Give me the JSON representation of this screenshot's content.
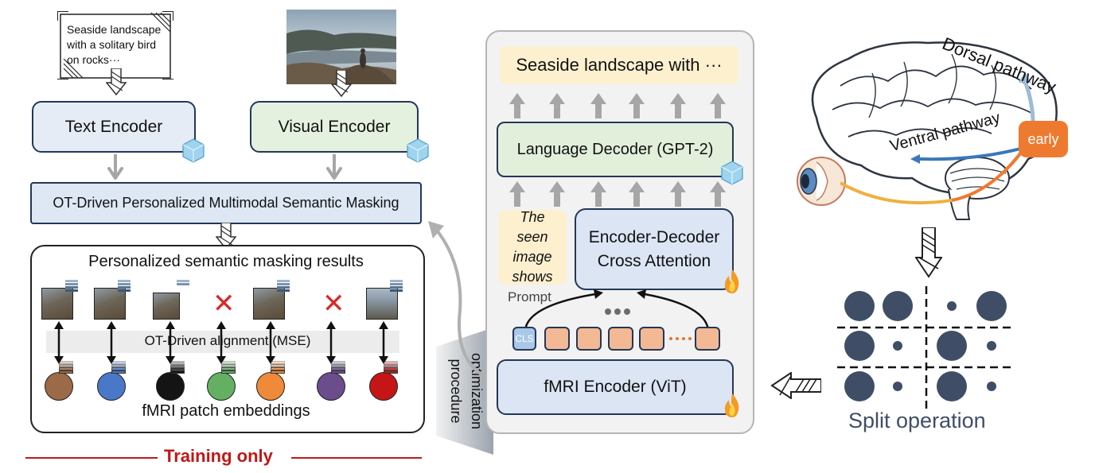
{
  "caption": {
    "text": "Seaside landscape with a solitary bird on rocks···"
  },
  "encoders": {
    "text": "Text Encoder",
    "visual": "Visual Encoder"
  },
  "masking": {
    "label": "OT-Driven Personalized Multimodal Semantic Masking"
  },
  "results": {
    "title": "Personalized semantic masking results",
    "alignment": "OT-Driven alignment (MSE)",
    "embeddings": "fMRI patch embeddings",
    "patch_colors": [
      "#9c6a48",
      "#4a78c8",
      "#141414",
      "#63b063",
      "#ee8a3a",
      "#6b4c8c",
      "#c41616"
    ]
  },
  "training": {
    "label": "Training only",
    "color": "#c01818"
  },
  "optimization": {
    "line1": "optimization",
    "line2": "procedure"
  },
  "decoder": {
    "output": "Seaside landscape with ···",
    "language": "Language Decoder (GPT-2)",
    "prompt_text": "The seen image shows",
    "prompt_label": "Prompt",
    "cross_line1": "Encoder-Decoder",
    "cross_line2": "Cross Attention",
    "cls": "CLS",
    "fmri": "fMRI Encoder (ViT)"
  },
  "brain": {
    "dorsal": "Dorsal pathway",
    "ventral": "Ventral pathway",
    "early": "early"
  },
  "split": {
    "label": "Split operation"
  },
  "colors": {
    "navy": "#24375a",
    "arrow": "#a6a6a6",
    "fire": "#f59a23",
    "ice": "#9fd3ee"
  }
}
